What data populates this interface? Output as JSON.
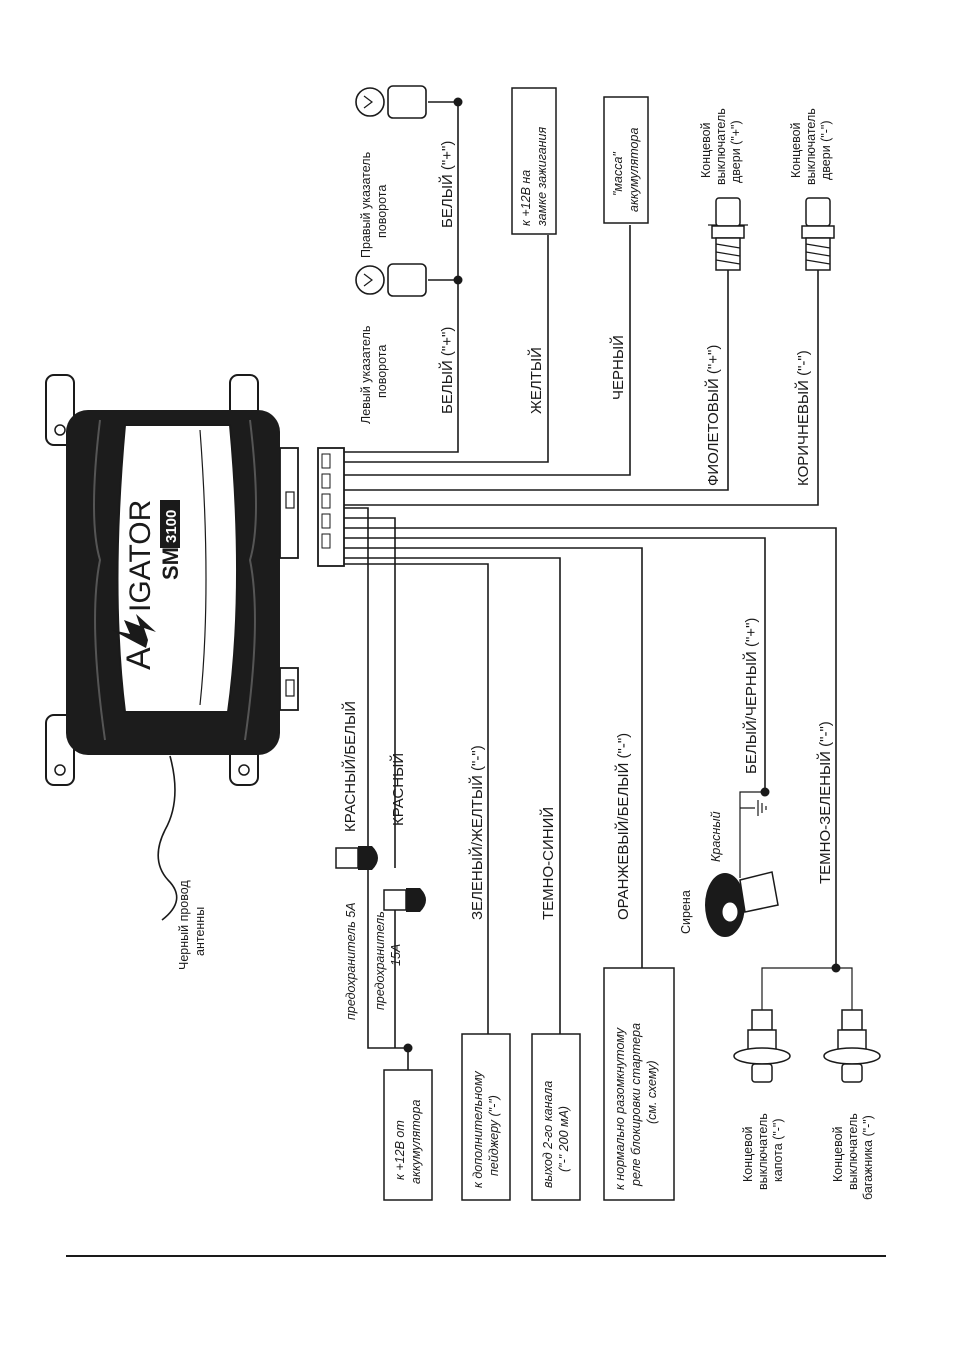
{
  "brand": {
    "name_a": "A",
    "name_rest": "IGATOR",
    "model": "SM",
    "model_num": "3100"
  },
  "wires": {
    "white_left": "БЕЛЫЙ (\"+\")",
    "white_right": "БЕЛЫЙ (\"+\")",
    "yellow": "ЖЕЛТЫЙ",
    "black": "ЧЕРНЫЙ",
    "violet": "ФИОЛЕТОВЫЙ (\"+\")",
    "brown": "КОРИЧНЕВЫЙ (\"-\")",
    "red_white": "КРАСНЫЙ/БЕЛЫЙ",
    "red": "КРАСНЫЙ",
    "green_yellow": "ЗЕЛЕНЫЙ/ЖЕЛТЫЙ (\"-\")",
    "dark_blue": "ТЕМНО-СИНИЙ",
    "orange_white": "ОРАНЖЕВЫЙ/БЕЛЫЙ (\"-\")",
    "white_black": "БЕЛЫЙ/ЧЕРНЫЙ (\"+\")",
    "dark_green": "ТЕМНО-ЗЕЛЕНЫЙ (\"-\")"
  },
  "components": {
    "left_turn": [
      "Левый указатель",
      "поворота"
    ],
    "right_turn": [
      "Правый указатель",
      "поворота"
    ],
    "ignition": [
      "к +12В на",
      "замке зажигания"
    ],
    "ground": [
      "\"масса\"",
      "аккумулятора"
    ],
    "door_plus": [
      "Концевой",
      "выключатель",
      "двери (\"+\")"
    ],
    "door_minus": [
      "Концевой",
      "выключатель",
      "двери (\"-\")"
    ],
    "antenna": [
      "Черный провод",
      "антенны"
    ],
    "fuse_5a": "предохранитель 5А",
    "fuse_15a": [
      "предохранитель",
      "15А"
    ],
    "battery": [
      "к +12В от",
      "аккумулятора"
    ],
    "pager": [
      "к дополнительному",
      "пейджеру (\"-\")"
    ],
    "channel2": [
      "выход 2-го канала",
      "(\"-\" 200 мА)"
    ],
    "starter_relay": [
      "к нормально разомкнутому",
      "реле блокировки стартера",
      "(см. схему)"
    ],
    "siren": "Сирена",
    "siren_red": "Красный",
    "hood": [
      "Концевой",
      "выключатель",
      "капота (\"-\")"
    ],
    "trunk": [
      "Концевой",
      "выключатель",
      "багажника (\"-\")"
    ]
  }
}
